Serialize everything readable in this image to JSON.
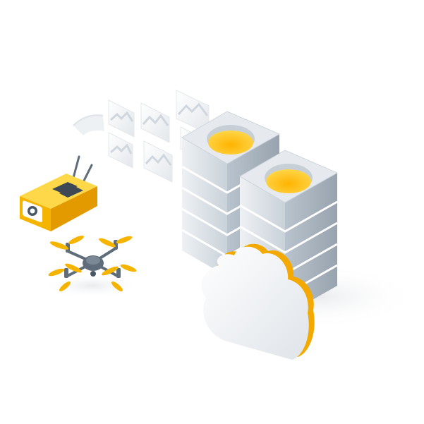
{
  "scene": {
    "items": [
      "wifi-signal-icon",
      "camera-device",
      "drone",
      "image-thumbnails",
      "server-rack-left",
      "server-rack-right",
      "cloud"
    ]
  },
  "colors": {
    "background": "#ffffff",
    "accent": "#f5b400",
    "accent_light": "#ffd84a",
    "accent_dark": "#e39a00",
    "server_side_light": "#dfe4ea",
    "server_side_dark": "#aeb8c2",
    "server_top": "#e8ecf0",
    "drone_body": "#5f6d7a",
    "cloud_front": "#f4f6f8",
    "cloud_edge": "#f0a800"
  }
}
